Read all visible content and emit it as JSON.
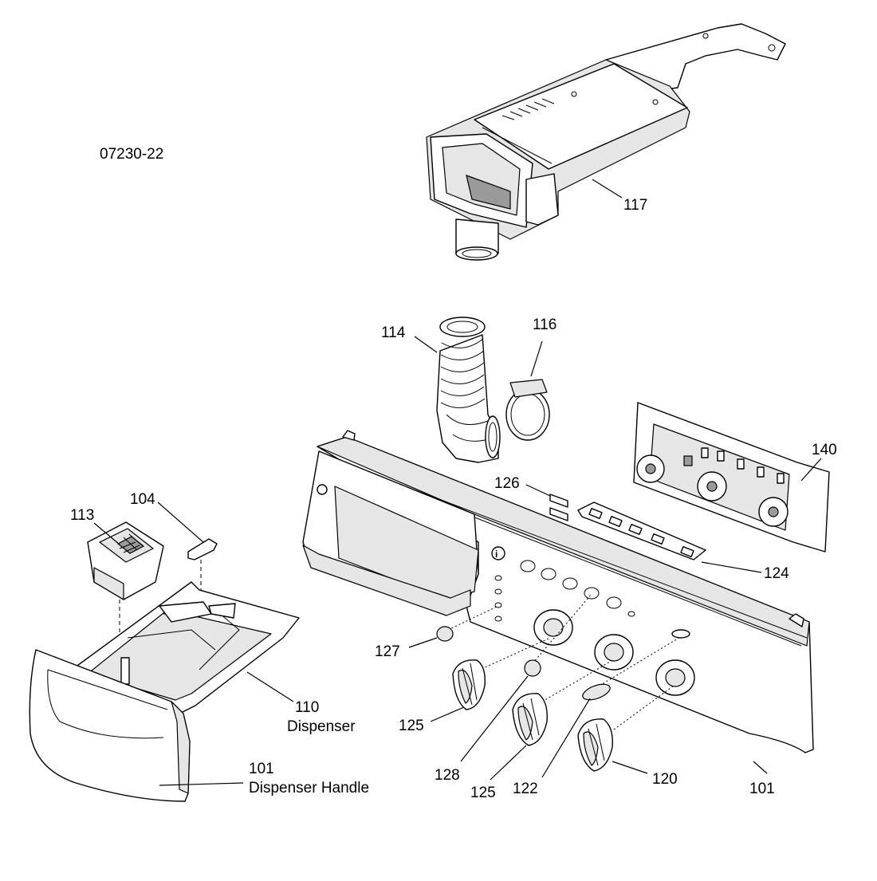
{
  "drawing_number": "07230-22",
  "callouts": {
    "c117": "117",
    "c114": "114",
    "c116": "116",
    "c140": "140",
    "c126": "126",
    "c113": "113",
    "c104": "104",
    "c124": "124",
    "c127": "127",
    "c110": "110",
    "c110_desc": "Dispenser",
    "c125a": "125",
    "c128": "128",
    "c125b": "125",
    "c122": "122",
    "c120": "120",
    "c101a": "101",
    "c101a_desc": "Dispenser Handle",
    "c101b": "101"
  }
}
